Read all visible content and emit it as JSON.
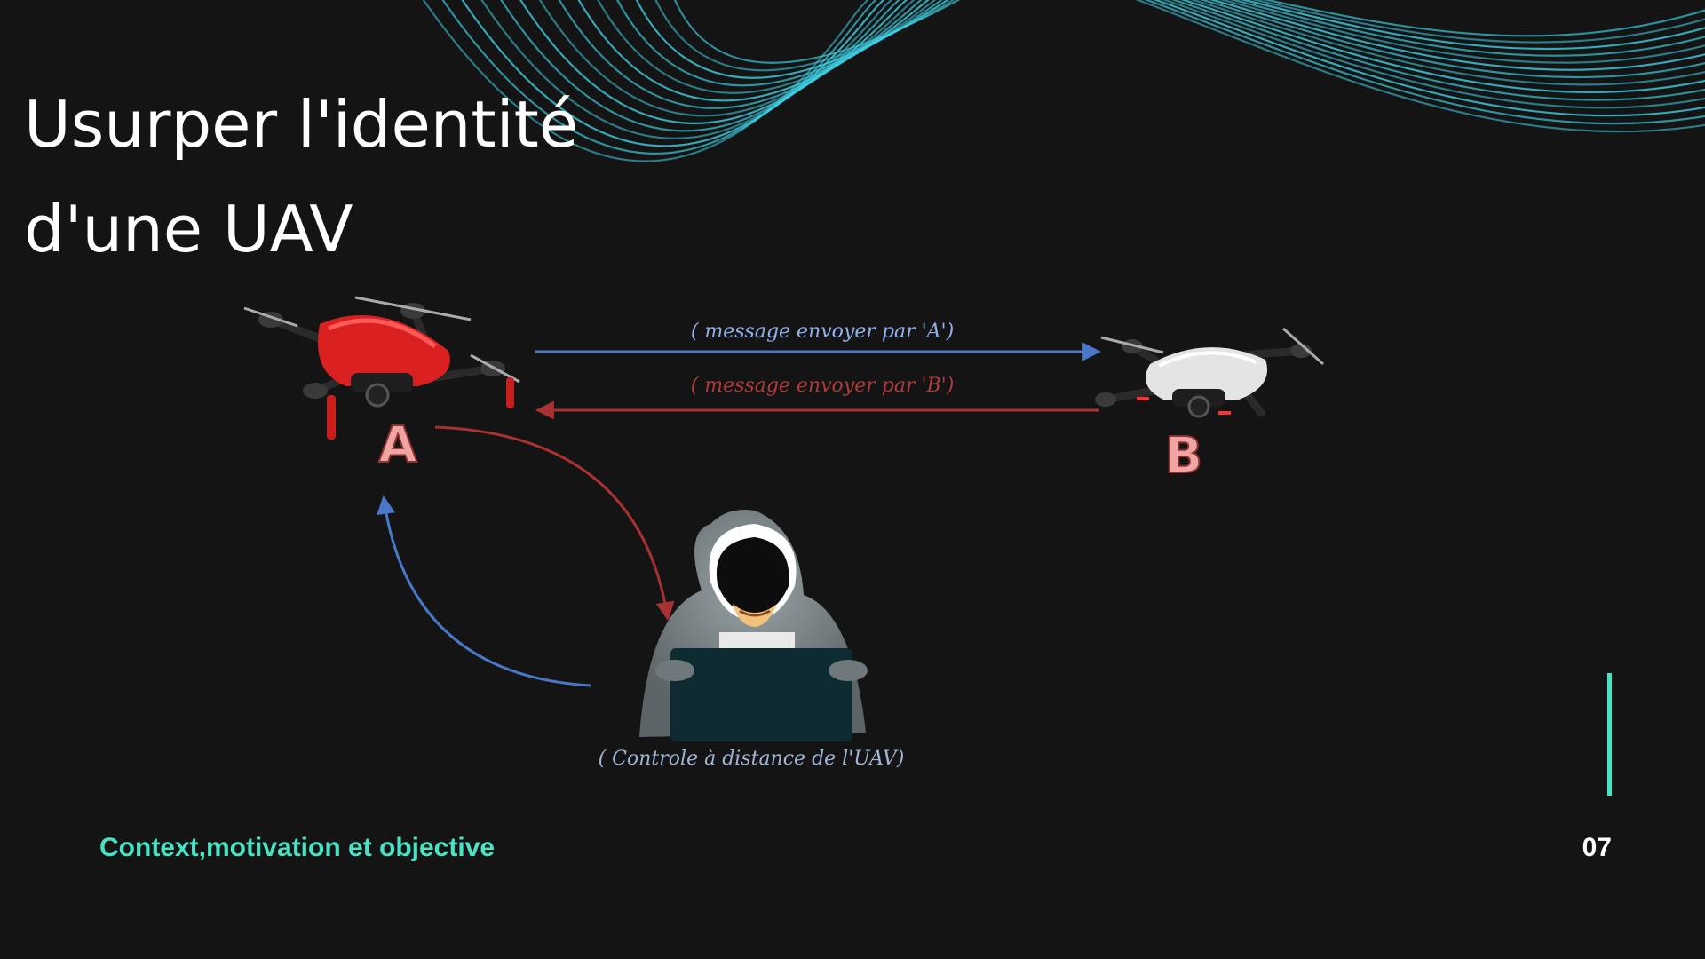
{
  "slide": {
    "title_line_1": "Usurper l'identité",
    "title_line_2": "d'une UAV",
    "footer_title": "Context,motivation et objective",
    "page_number": "07"
  },
  "diagram": {
    "nodes": [
      {
        "id": "A",
        "label": "A",
        "kind": "drone",
        "color": "red"
      },
      {
        "id": "B",
        "label": "B",
        "kind": "drone",
        "color": "white"
      },
      {
        "id": "attacker",
        "label": "",
        "kind": "hacker"
      }
    ],
    "edges": [
      {
        "from": "A",
        "to": "B",
        "label": "( message envoyer par 'A')",
        "color": "#4a78c8"
      },
      {
        "from": "B",
        "to": "A",
        "label": "( message envoyer par 'B')",
        "color": "#a83232"
      },
      {
        "from": "A",
        "to": "attacker",
        "label": "",
        "color": "#a83232"
      },
      {
        "from": "attacker",
        "to": "A",
        "label": "",
        "color": "#4a78c8"
      }
    ],
    "attacker_caption": "( Controle à distance de l'UAV)"
  },
  "colors": {
    "background": "#141414",
    "accent": "#48e3c3",
    "wave": "#3fd0e3",
    "node_label": "#f0a5a5"
  }
}
